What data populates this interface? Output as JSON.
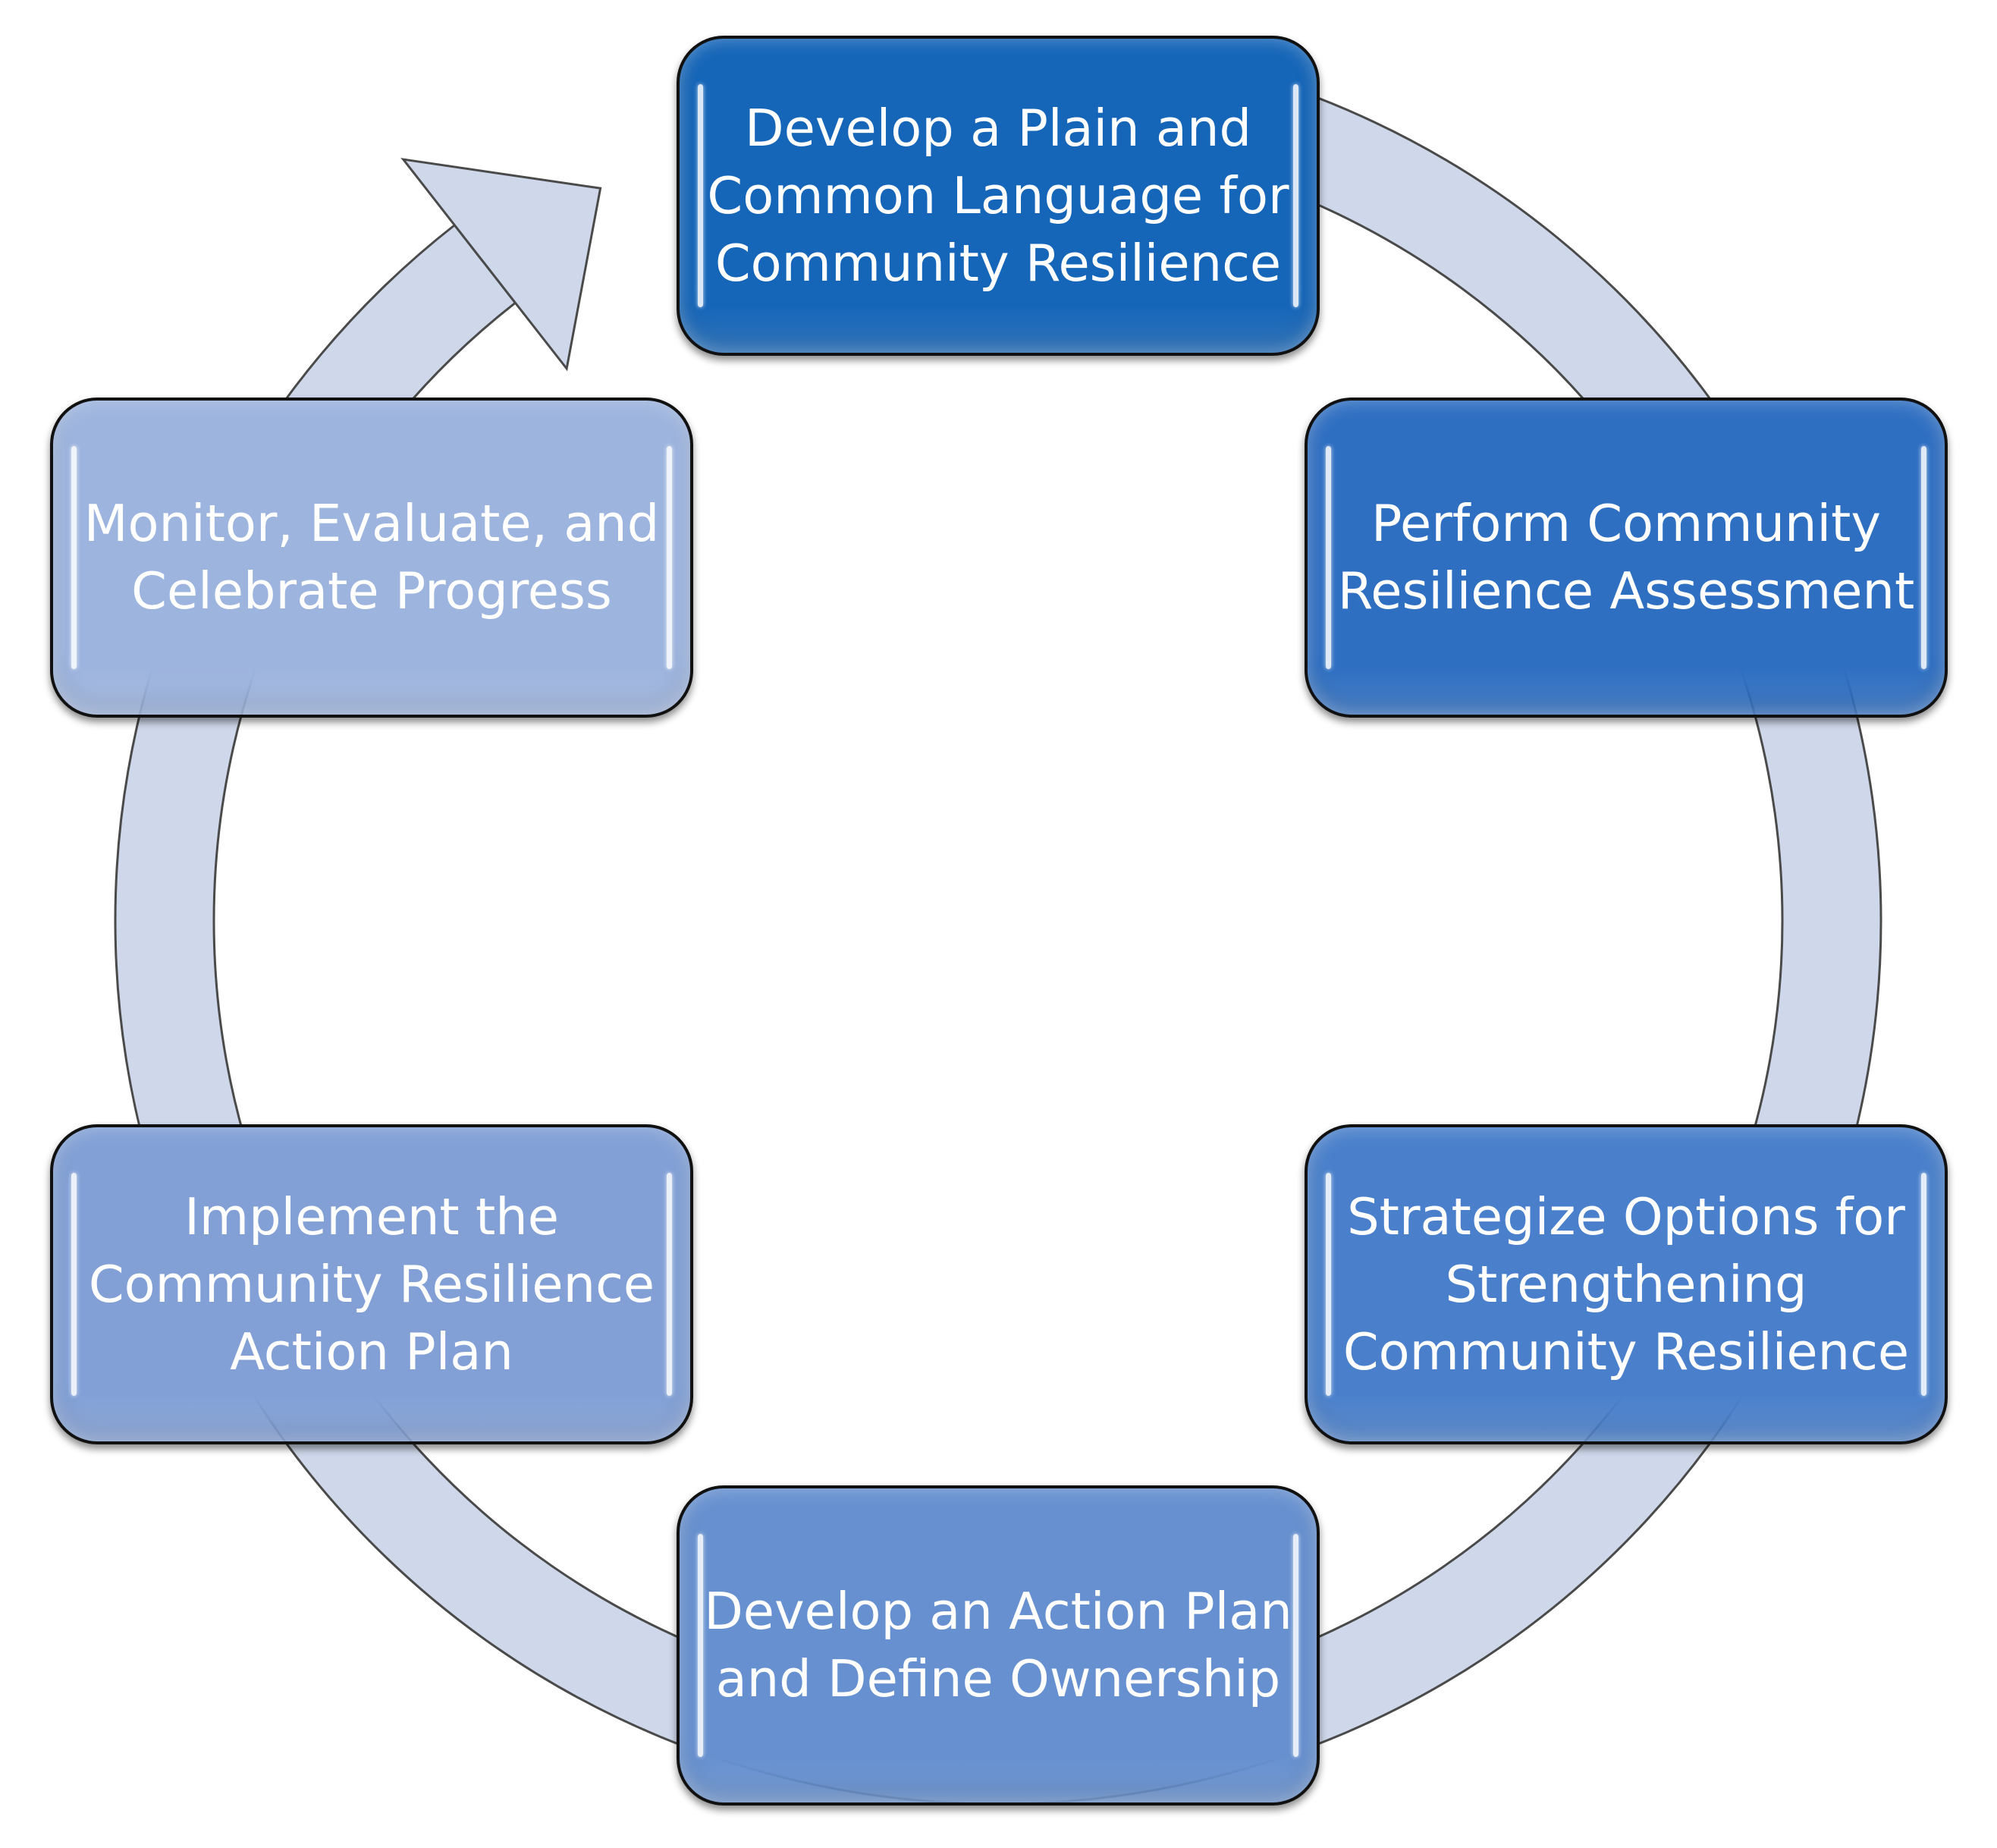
{
  "diagram": {
    "type": "cycle",
    "ring_color": "#cfd8eb",
    "ring_outline": "#4a4a4a",
    "steps": [
      {
        "label": "Develop a Plain and Common Language for Community Resilience",
        "color": "#1565b8"
      },
      {
        "label": "Perform Community Resilience Assessment",
        "color": "#2f6fc2"
      },
      {
        "label": "Strategize Options for Strengthening Community Resilience",
        "color": "#4a80cb"
      },
      {
        "label": "Develop an Action Plan and Define Ownership",
        "color": "#6690cf"
      },
      {
        "label": "Implement the Community Resilience Action Plan",
        "color": "#82a0d6"
      },
      {
        "label": "Monitor, Evaluate, and Celebrate Progress",
        "color": "#9db4de"
      }
    ]
  }
}
